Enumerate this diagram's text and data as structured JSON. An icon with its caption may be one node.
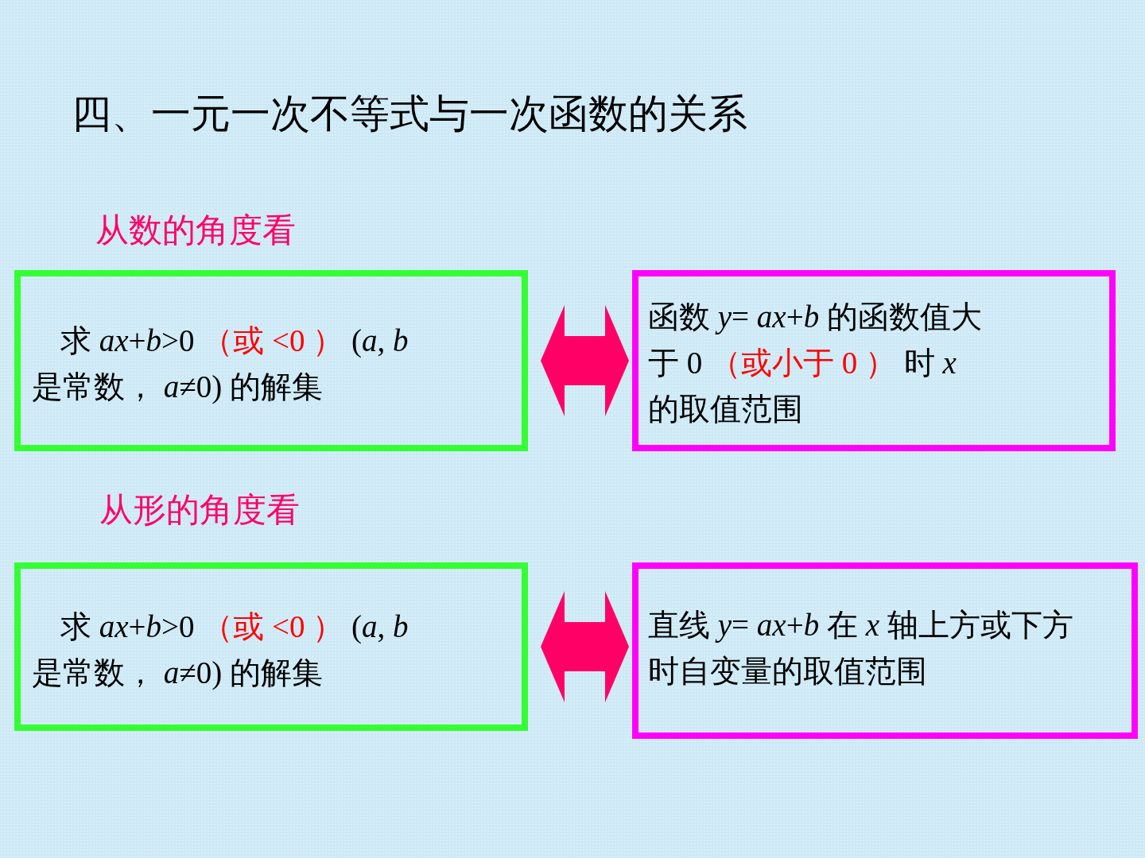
{
  "diagram": {
    "title": "四、一元一次不等式与一次函数的关系",
    "nodes": [
      {
        "text": [
          "求 *ax*+*b*>0 ",
          "（或 <0 ）",
          " (*a*, *b* 是常数， *a*≠0) 的解集"
        ]
      },
      {
        "text": [
          "函数 *y*= *ax*+*b* 的函数值大于 0 ",
          "（或小于 0 ）",
          " 时 *x* 的取值范围"
        ]
      },
      {
        "text": [
          "求 *ax*+*b*>0 ",
          "（或 <0 ）",
          " (*a*, *b* 是常数， *a*≠0) 的解集"
        ]
      },
      {
        "text": [
          "直线 *y*= *ax*+*b* 在 *x* 轴上方或下方时自变量的取值范围"
        ]
      }
    ],
    "edges": [
      {
        "from": 0,
        "to": 1,
        "arrow": "both"
      },
      {
        "from": 2,
        "to": 3,
        "arrow": "both"
      }
    ],
    "labels": [
      "从数的角度看",
      "从形的角度看"
    ]
  }
}
